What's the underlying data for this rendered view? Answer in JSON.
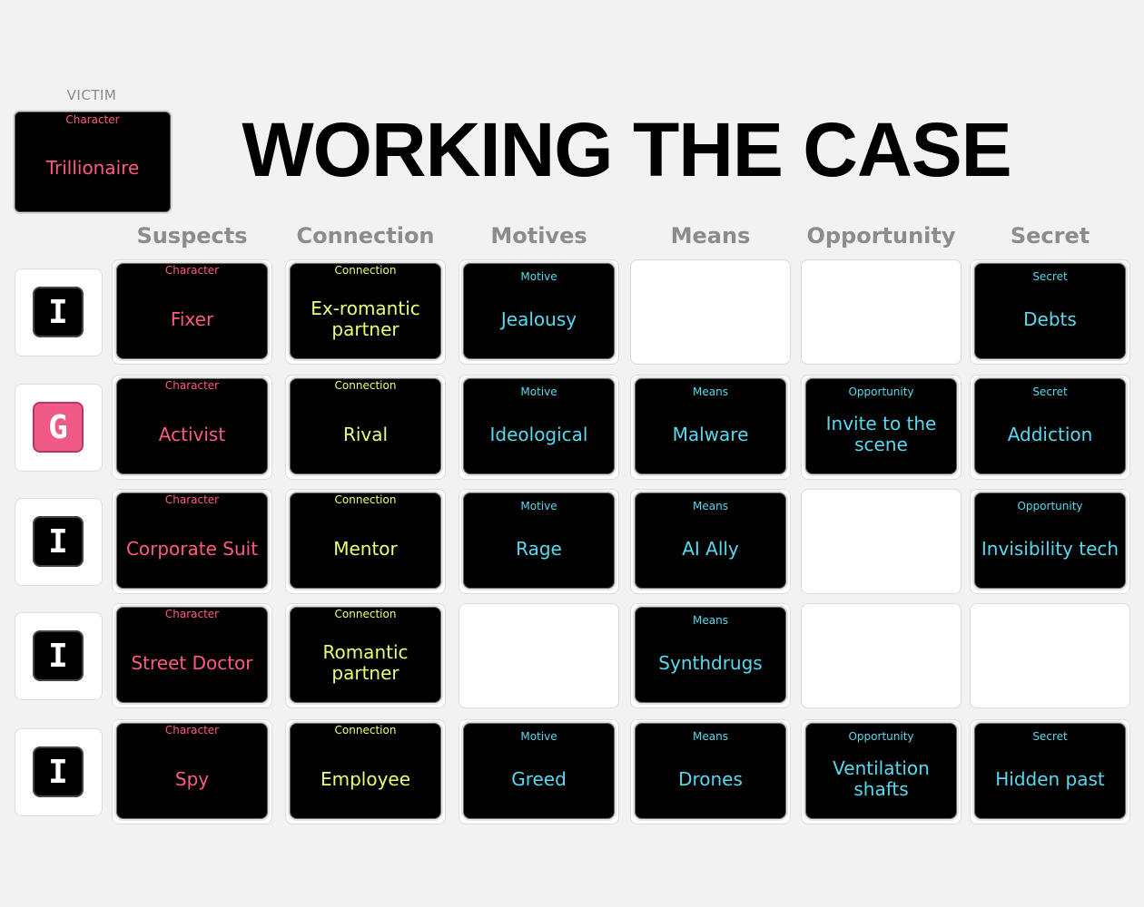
{
  "victim": {
    "label": "VICTIM",
    "card": {
      "type": "Character",
      "value": "Trillionaire"
    }
  },
  "title": "WORKING THE CASE",
  "columns": [
    "Suspects",
    "Connection",
    "Motives",
    "Means",
    "Opportunity",
    "Secret"
  ],
  "colors": {
    "character": "#ff5a82",
    "connection": "#eaff76",
    "clue": "#5ad9ee",
    "player_highlight": "#ef5b86"
  },
  "rows": [
    {
      "player": {
        "letter": "I",
        "icon": "i-player-icon",
        "highlighted": false
      },
      "cells": [
        {
          "type": "Character",
          "value": "Fixer"
        },
        {
          "type": "Connection",
          "value": "Ex-romantic partner"
        },
        {
          "type": "Motive",
          "value": "Jealousy"
        },
        null,
        null,
        {
          "type": "Secret",
          "value": "Debts"
        }
      ]
    },
    {
      "player": {
        "letter": "G",
        "icon": "g-player-icon",
        "highlighted": true
      },
      "cells": [
        {
          "type": "Character",
          "value": "Activist"
        },
        {
          "type": "Connection",
          "value": "Rival"
        },
        {
          "type": "Motive",
          "value": "Ideological"
        },
        {
          "type": "Means",
          "value": "Malware"
        },
        {
          "type": "Opportunity",
          "value": "Invite to the scene"
        },
        {
          "type": "Secret",
          "value": "Addiction"
        }
      ]
    },
    {
      "player": {
        "letter": "I",
        "icon": "i-player-icon",
        "highlighted": false
      },
      "cells": [
        {
          "type": "Character",
          "value": "Corporate Suit"
        },
        {
          "type": "Connection",
          "value": "Mentor"
        },
        {
          "type": "Motive",
          "value": "Rage"
        },
        {
          "type": "Means",
          "value": "AI Ally"
        },
        null,
        {
          "type": "Opportunity",
          "value": "Invisibility tech"
        }
      ]
    },
    {
      "player": {
        "letter": "I",
        "icon": "i-player-icon",
        "highlighted": false
      },
      "cells": [
        {
          "type": "Character",
          "value": "Street Doctor"
        },
        {
          "type": "Connection",
          "value": "Romantic partner"
        },
        null,
        {
          "type": "Means",
          "value": "Synthdrugs"
        },
        null,
        null
      ]
    },
    {
      "player": {
        "letter": "I",
        "icon": "i-player-icon",
        "highlighted": false
      },
      "cells": [
        {
          "type": "Character",
          "value": "Spy"
        },
        {
          "type": "Connection",
          "value": "Employee"
        },
        {
          "type": "Motive",
          "value": "Greed"
        },
        {
          "type": "Means",
          "value": "Drones"
        },
        {
          "type": "Opportunity",
          "value": "Ventilation shafts"
        },
        {
          "type": "Secret",
          "value": "Hidden past"
        }
      ]
    }
  ]
}
